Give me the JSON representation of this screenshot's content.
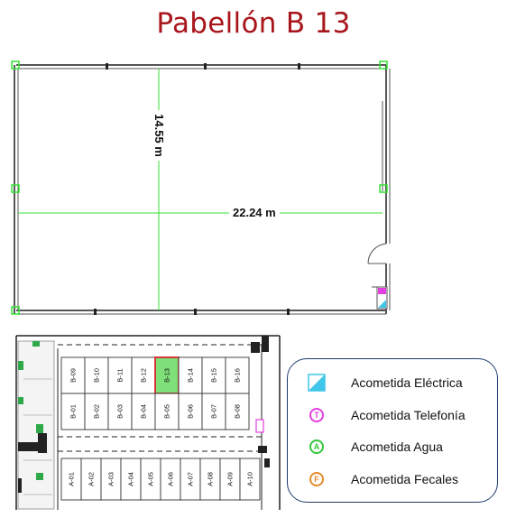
{
  "title": "Pabellón B 13",
  "plan": {
    "dimension_height": "14.55 m",
    "dimension_width": "22.24 m"
  },
  "site": {
    "top_row": [
      "B-09",
      "B-10",
      "B-11",
      "B-12",
      "B-13",
      "B-14",
      "B-15",
      "B-16"
    ],
    "middle_row": [
      "B-01",
      "B-02",
      "B-03",
      "B-04",
      "B-05",
      "B-06",
      "B-07",
      "B-08"
    ],
    "bottom_row": [
      "A-01",
      "A-02",
      "A-03",
      "A-04",
      "A-05",
      "A-06",
      "A-07",
      "A-08",
      "A-09",
      "A-10"
    ],
    "highlighted": "B-13",
    "highlight_color": "#7fe07a",
    "highlight_border": "#d9262c"
  },
  "legend": {
    "items": [
      {
        "label": "Acometida Eléctrica",
        "icon": "electric-icon",
        "letter": "",
        "color": "#3fc6e8"
      },
      {
        "label": "Acometida Telefonía",
        "icon": "telephone-icon",
        "letter": "T",
        "color": "#e23ee0"
      },
      {
        "label": "Acometida Agua",
        "icon": "water-icon",
        "letter": "A",
        "color": "#35c63c"
      },
      {
        "label": "Acometida Fecales",
        "icon": "sewage-icon",
        "letter": "F",
        "color": "#e58a2a"
      }
    ]
  },
  "colors": {
    "title": "#a8161c",
    "dimension_line": "#35e035",
    "wall": "#555555",
    "legend_border": "#1f3b6e"
  }
}
